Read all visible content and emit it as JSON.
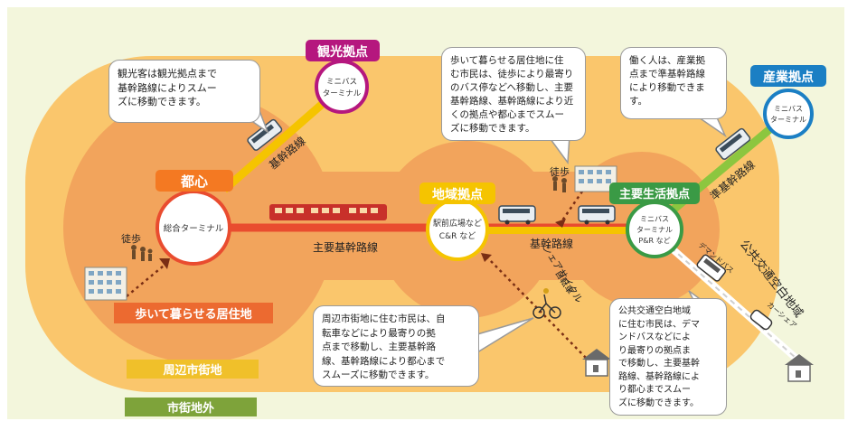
{
  "zones": {
    "outer": "市街地外",
    "suburban": "周辺市街地",
    "residential": "歩いて暮らせる居住地"
  },
  "hubs": {
    "city_center": {
      "title": "都心",
      "terminal": "総合ターミナル"
    },
    "regional": {
      "title": "地域拠点",
      "line1": "駅前広場など",
      "line2": "C&R など"
    },
    "living": {
      "title": "主要生活拠点",
      "line1": "ミニバス",
      "line2": "ターミナル",
      "line3": "P&R など"
    },
    "tourism": {
      "title": "観光拠点",
      "line1": "ミニバス",
      "line2": "ターミナル"
    },
    "industry": {
      "title": "産業拠点",
      "line1": "ミニバス",
      "line2": "ターミナル"
    }
  },
  "routes": {
    "main_trunk": "主要基幹路線",
    "trunk_center": "基幹路線",
    "trunk_tourism": "基幹路線",
    "sub_trunk": "準基幹路線",
    "public_transit_gap": "公共交通空白地域",
    "share_cycle": "シェアサイクル",
    "bicycle": "自転車",
    "demand_bus": "デマンドバス",
    "car": "カーシェア"
  },
  "walk_labels": {
    "left": "徒歩",
    "right": "徒歩"
  },
  "callouts": {
    "tourists": "観光客は観光拠点まで\n基幹路線によりスムー\nズに移動できます。",
    "walkable": "歩いて暮らせる居住地に住\nむ市民は、徒歩により最寄り\nのバス停などへ移動し、主要\n基幹路線、基幹路線により近\nくの拠点や都心までスムー\nズに移動できます。",
    "workers": "働く人は、産業拠\n点まで準基幹路線\nにより移動できま\nす。",
    "suburban": "周辺市街地に住む市民は、自\n転車などにより最寄りの拠\n点まで移動し、主要基幹路\n線、基幹路線により都心まで\nスムーズに移動できます。",
    "gap_area": "公共交通空白地域\nに住む市民は、デマ\nンドバスなどによ\nり最寄りの拠点ま\nで移動し、主要基幹\n路線、基幹路線によ\nり都心までスムー\nズに移動できます。"
  },
  "colors": {
    "background": "#f3f6dc",
    "outer_blob": "#fac66c",
    "inner_blob": "#f2a45c",
    "red_line": "#e94c2f",
    "orange_hub": "#f47922",
    "yellow": "#f5c400",
    "green": "#8cc63f",
    "dark_green": "#3a9a45",
    "magenta": "#b5177e",
    "blue": "#1b7fc4",
    "label_band": "#f0c02a",
    "outer_band": "#7ea33a"
  }
}
